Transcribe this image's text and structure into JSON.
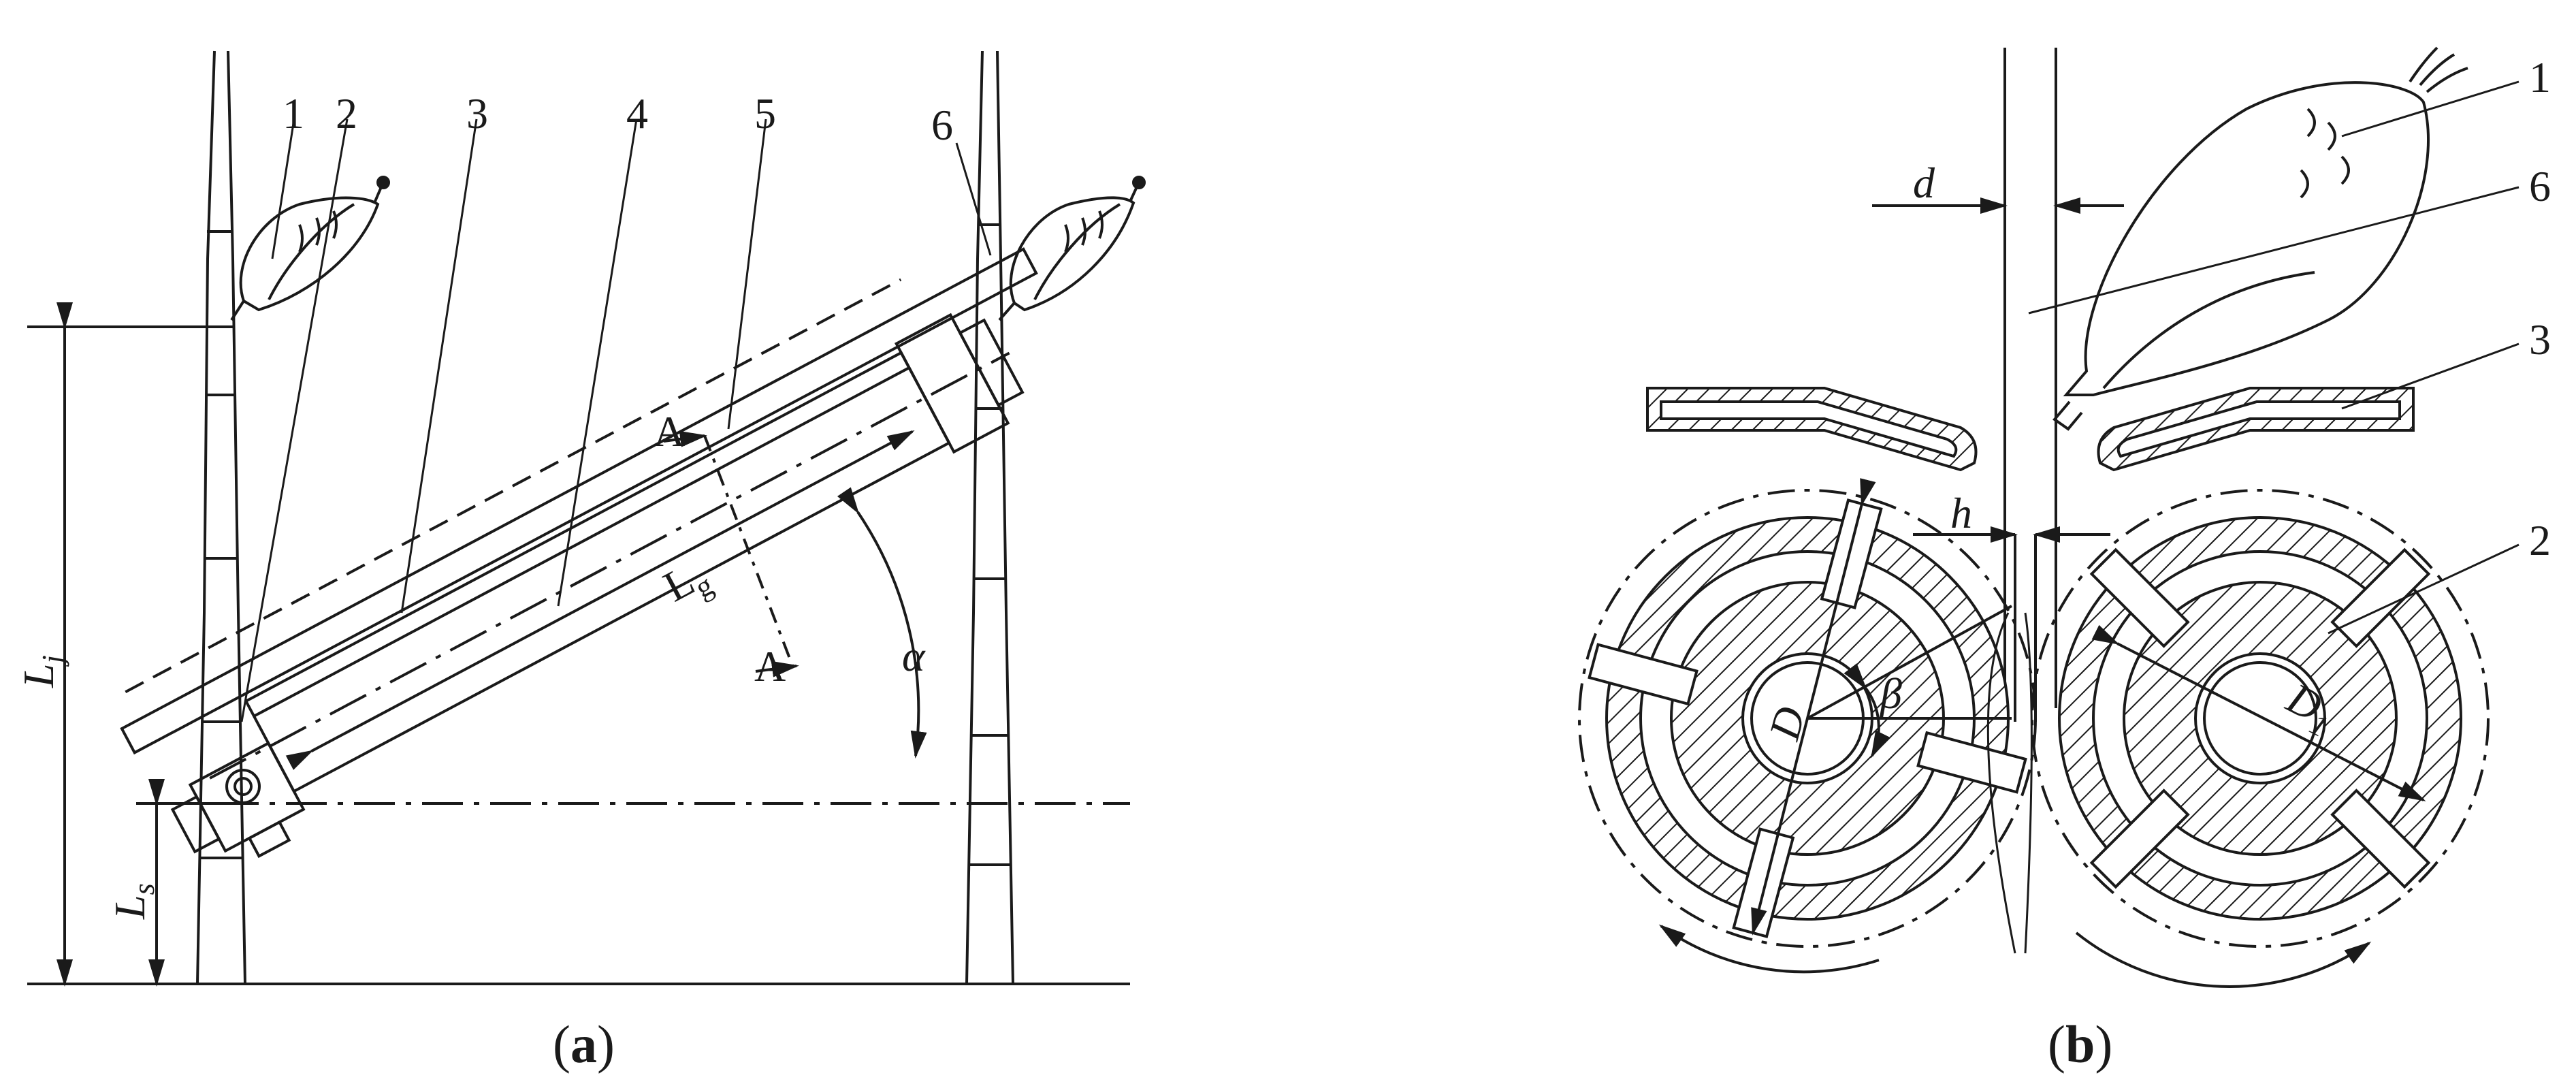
{
  "panel_a": {
    "callouts": [
      "1",
      "2",
      "3",
      "4",
      "5",
      "6"
    ],
    "section_mark_top": "A",
    "section_mark_bottom": "A",
    "dim_Lj_main": "L",
    "dim_Lj_sub": "j",
    "dim_Ls_main": "L",
    "dim_Ls_sub": "s",
    "dim_Lg_main": "L",
    "dim_Lg_sub": "g",
    "angle_alpha": "α",
    "caption_open": "(",
    "caption_letter": "a",
    "caption_close": ")"
  },
  "panel_b": {
    "callouts": [
      "1",
      "6",
      "3",
      "2"
    ],
    "dim_d": "d",
    "dim_h": "h",
    "dim_D": "D",
    "dim_D1_main": "D",
    "dim_D1_sub": "1",
    "angle_beta": "β",
    "caption_open": "(",
    "caption_letter": "b",
    "caption_close": ")"
  },
  "colors": {
    "line": "#1a1a1a",
    "background": "#ffffff"
  }
}
